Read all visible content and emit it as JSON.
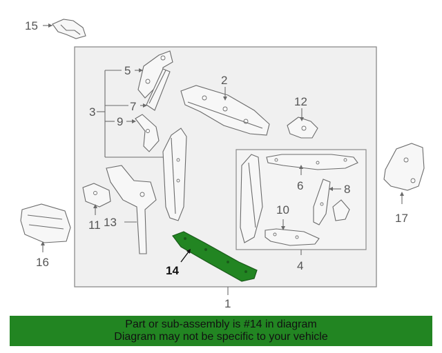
{
  "diagram": {
    "callouts": {
      "c1": "1",
      "c2": "2",
      "c3": "3",
      "c4": "4",
      "c5": "5",
      "c6": "6",
      "c7": "7",
      "c8": "8",
      "c9": "9",
      "c10": "10",
      "c11": "11",
      "c12": "12",
      "c13": "13",
      "c14": "14",
      "c15": "15",
      "c16": "16",
      "c17": "17"
    },
    "highlighted_part": "14",
    "highlight_color": "#228522",
    "line_color": "#6a6a6a"
  },
  "banner": {
    "line1": "Part or sub-assembly is #14 in diagram",
    "line2": "Diagram may not be specific to your vehicle",
    "background": "#228522"
  }
}
